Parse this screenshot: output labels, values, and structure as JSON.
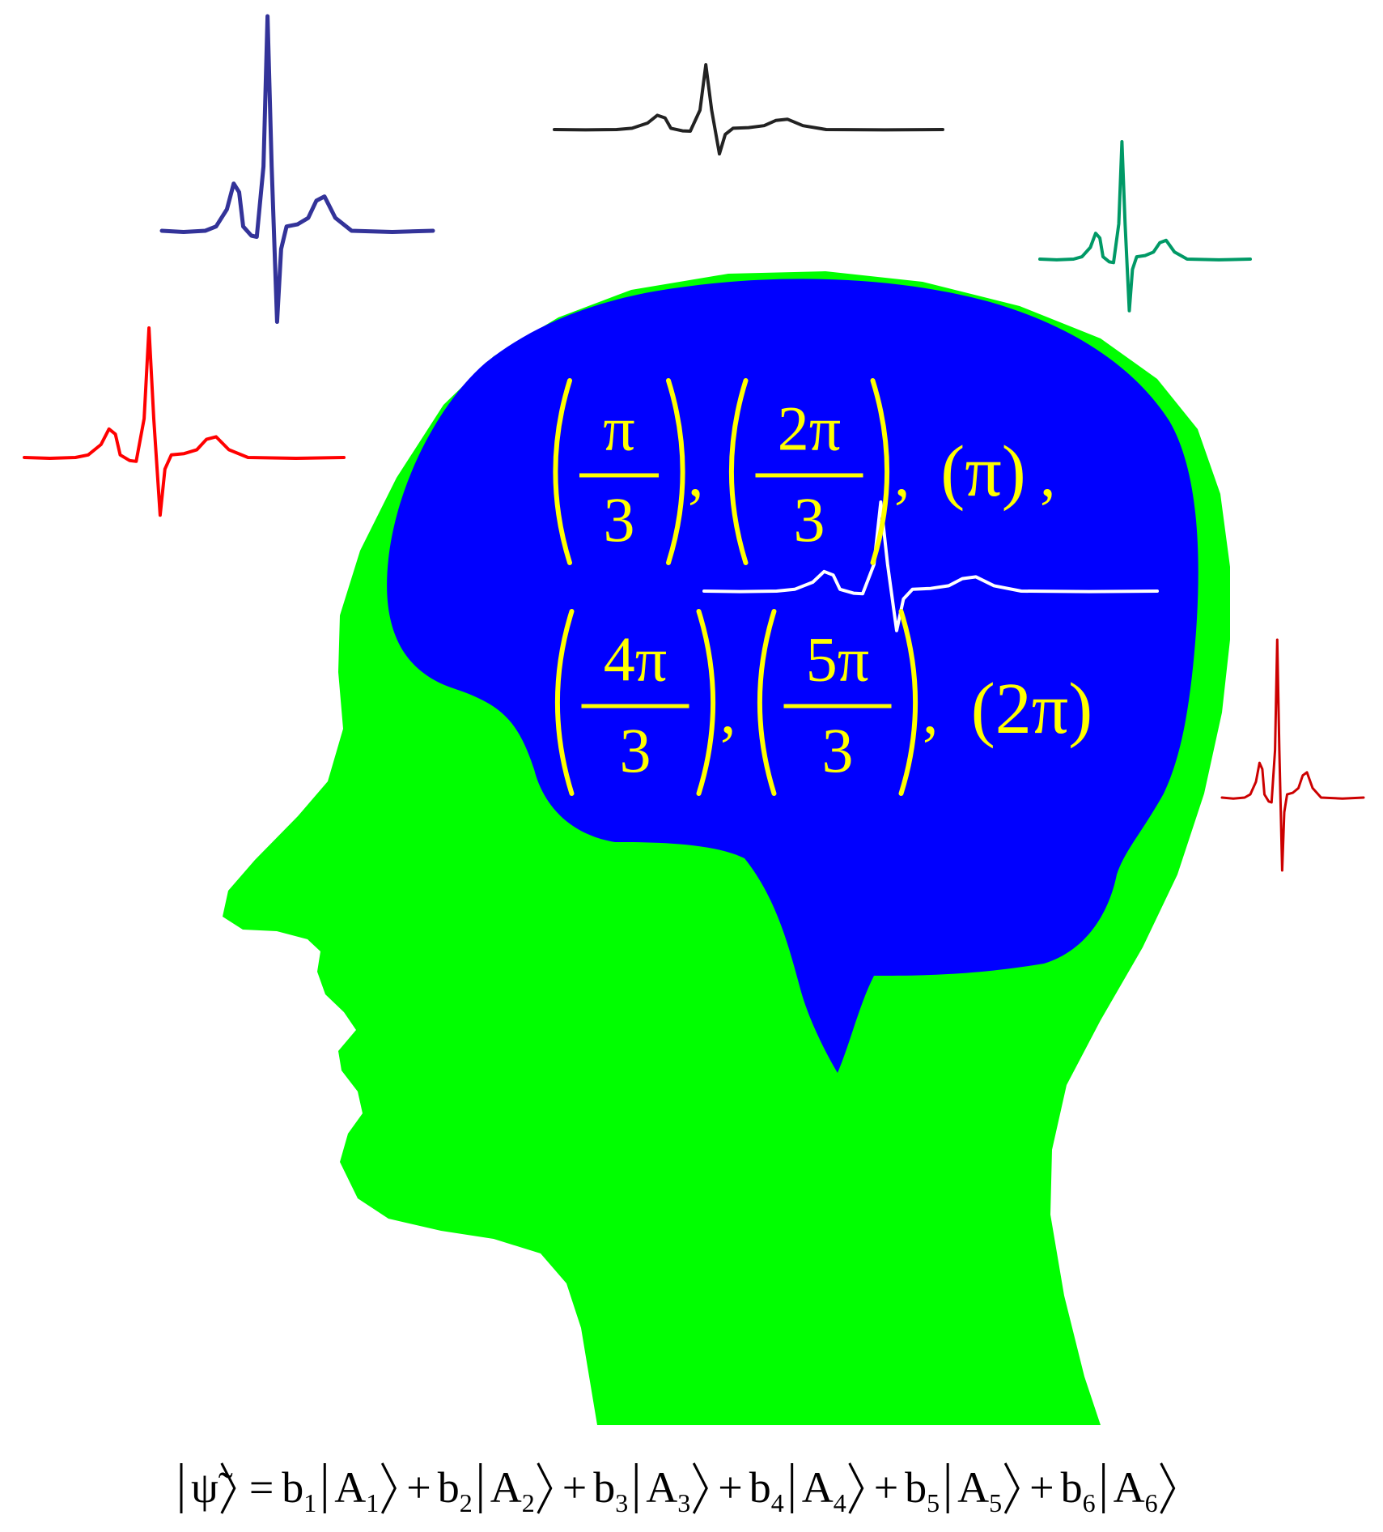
{
  "colors": {
    "head_fill": "#00ff00",
    "brain_fill": "#0000ff",
    "math_text": "#ffff00",
    "white_wave": "#ffffff",
    "wave_navy": "#333399",
    "wave_black": "#222222",
    "wave_teal": "#009966",
    "wave_red": "#ff0000",
    "wave_darkred": "#cc0000",
    "formula": "#000000"
  },
  "brain_terms": {
    "t1": {
      "num": "π",
      "den": "3",
      "sep": ","
    },
    "t2": {
      "num": "2π",
      "den": "3",
      "sep": ","
    },
    "t3": {
      "text": "(π)",
      "sep": ","
    },
    "t4": {
      "num": "4π",
      "den": "3",
      "sep": ","
    },
    "t5": {
      "num": "5π",
      "den": "3",
      "sep": ","
    },
    "t6": {
      "text": "(2π)"
    }
  },
  "formula": {
    "psi": "ψ̃",
    "eq": "=",
    "plus": "+",
    "coef": "b",
    "state": "A",
    "idx": [
      "1",
      "2",
      "3",
      "4",
      "5",
      "6"
    ]
  }
}
